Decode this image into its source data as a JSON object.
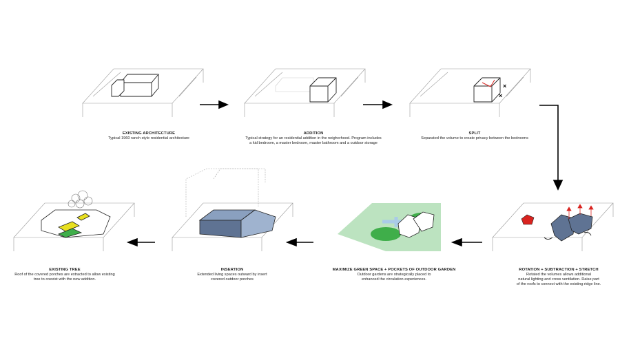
{
  "steps": [
    {
      "title": "EXISTING ARCHITECTURE",
      "lines": [
        "Typical 1960 ranch style residential architecture"
      ]
    },
    {
      "title": "ADDITION",
      "lines": [
        "Typical strategy for an residential addition in the neighorhood.  Program includes",
        "a kid bedroom, a master bedroom, master bathroom and a outdoor storage"
      ]
    },
    {
      "title": "SPLIT",
      "lines": [
        "Separated the volume to create privacy between the bedrooms"
      ]
    },
    {
      "title": "ROTATION + SUBTRACTION  + STRETCH",
      "lines": [
        "Rotated the volumes allows additional",
        "natural lighting and cross ventilation.  Raise part",
        "of the roofs to connect with the existing ridge line."
      ]
    },
    {
      "title": "MAXIMIZE GREEN SPACE + POCKETS OF OUTDOOR GARDEN",
      "lines": [
        "Outdoor gardens are strategically placed to",
        "enhanced the circulation experiences."
      ]
    },
    {
      "title": "INSERTION",
      "lines": [
        "Extended living spaces outward by insert",
        "covered outdoor porches"
      ]
    },
    {
      "title": "EXISTING TREE",
      "lines": [
        "Roof of the covered porches are extracted to allow existing",
        "tree to coexist with the new addition."
      ]
    }
  ],
  "colors": {
    "volume": "#5f7393",
    "green": "#3fae4a",
    "roof_yellow": "#e8e020",
    "accent_red": "#d9231f",
    "light_blue": "#a9cbe8"
  }
}
